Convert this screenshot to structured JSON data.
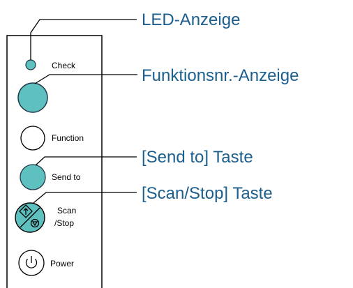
{
  "panel": {
    "check_label": "Check",
    "function_label": "Function",
    "send_to_label": "Send to",
    "scan_label_line1": "Scan",
    "scan_label_line2": "/Stop",
    "power_label": "Power"
  },
  "callouts": {
    "led": "LED-Anzeige",
    "function_number": "Funktionsnr.-Anzeige",
    "send_to_key": "[Send to] Taste",
    "scan_stop_key": "[Scan/Stop] Taste"
  },
  "colors": {
    "accent": "#5fc0c0",
    "accent_dark": "#1f7f8c",
    "callout_text": "#1b5f8f",
    "outline": "#000000"
  },
  "icons": {
    "scan": "scan-stop-icon",
    "power": "power-icon"
  }
}
